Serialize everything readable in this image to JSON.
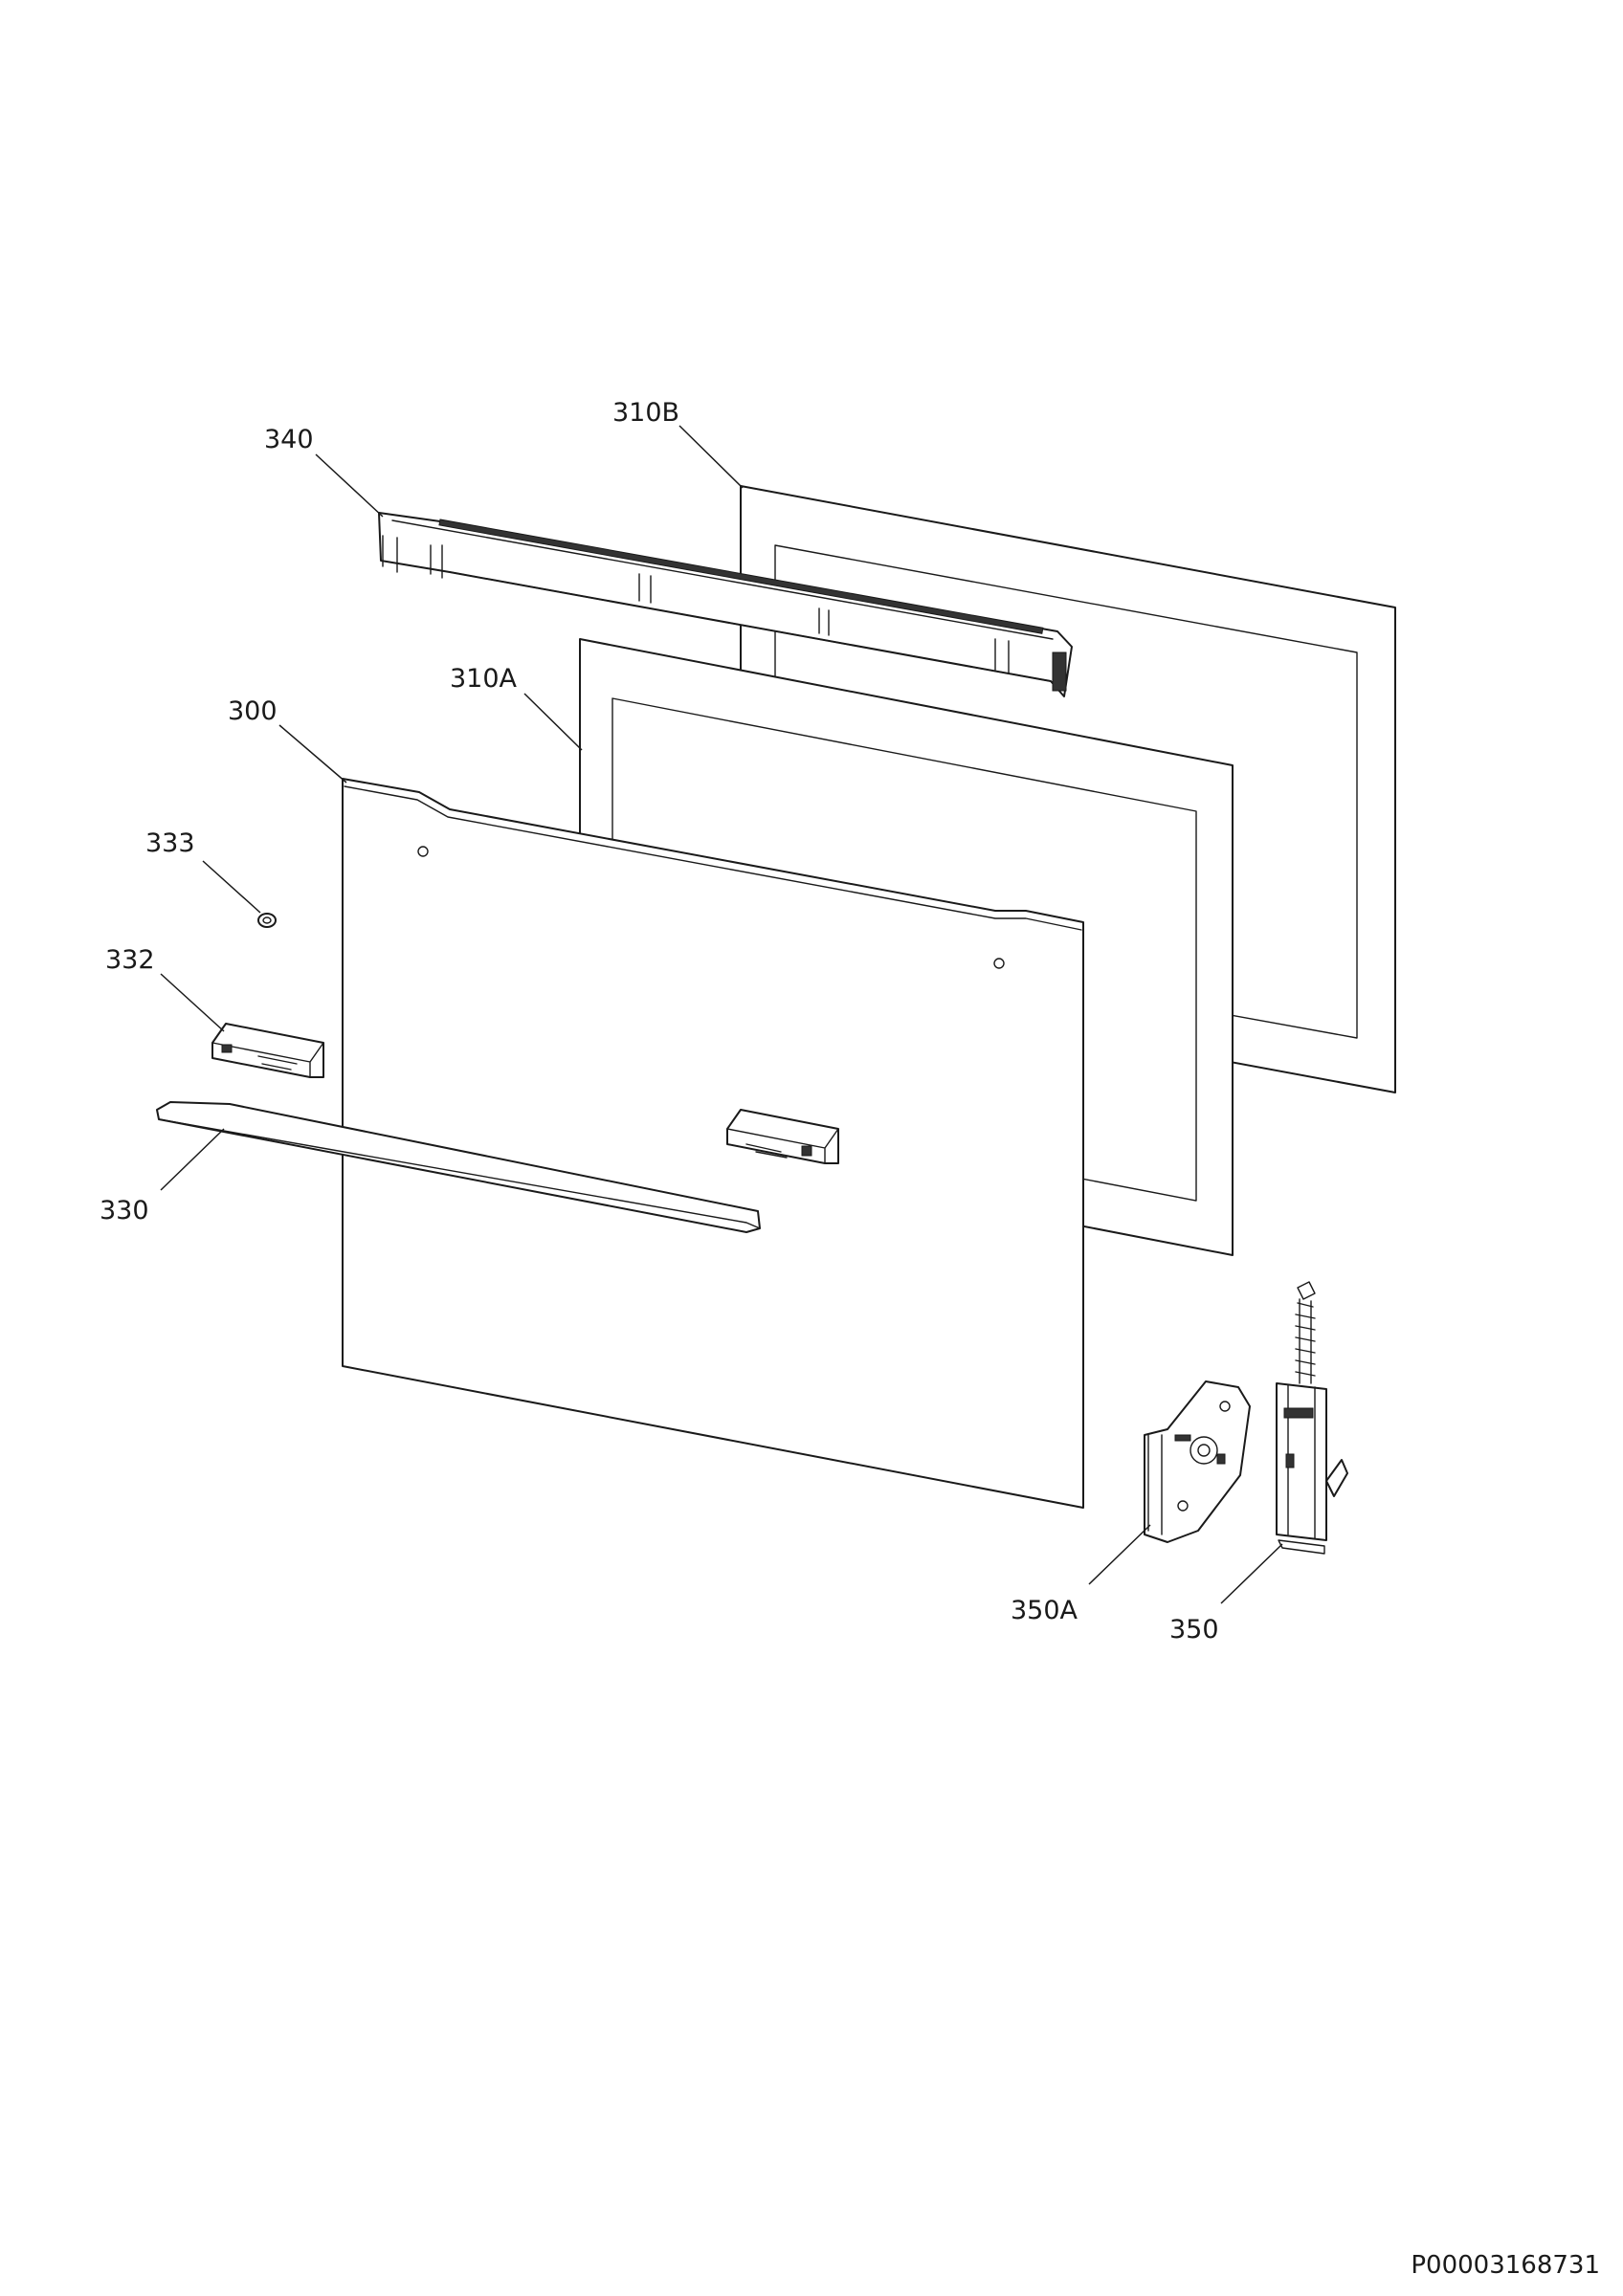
{
  "labels": {
    "p340": "340",
    "p310B": "310B",
    "p310A": "310A",
    "p300": "300",
    "p333": "333",
    "p332": "332",
    "p330": "330",
    "p350A": "350A",
    "p350": "350"
  },
  "document_id": "P00003168731"
}
